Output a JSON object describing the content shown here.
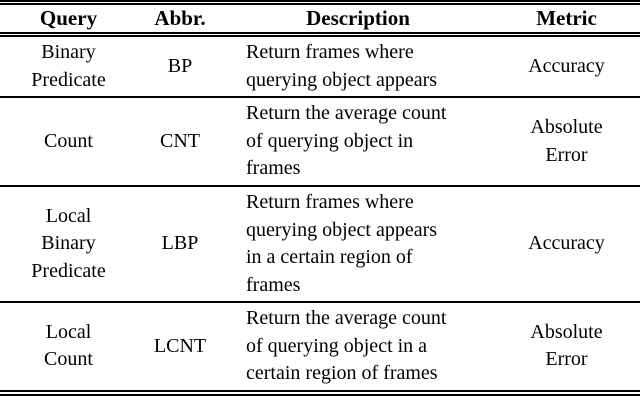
{
  "table": {
    "header": {
      "query": "Query",
      "abbr": "Abbr.",
      "description": "Description",
      "metric": "Metric"
    },
    "rows": [
      {
        "query": [
          "Binary",
          "Predicate"
        ],
        "abbr": "BP",
        "description": [
          "Return frames where",
          "querying object appears"
        ],
        "metric": [
          "Accuracy"
        ]
      },
      {
        "query": [
          "Count"
        ],
        "abbr": "CNT",
        "description": [
          "Return the average count",
          "of querying object in",
          "frames"
        ],
        "metric": [
          "Absolute",
          "Error"
        ]
      },
      {
        "query": [
          "Local",
          "Binary",
          "Predicate"
        ],
        "abbr": "LBP",
        "description": [
          "Return frames where",
          "querying object appears",
          "in a certain region of",
          "frames"
        ],
        "metric": [
          "Accuracy"
        ]
      },
      {
        "query": [
          "Local",
          "Count"
        ],
        "abbr": "LCNT",
        "description": [
          "Return the average count",
          "of querying object in a",
          "certain region of frames"
        ],
        "metric": [
          "Absolute",
          "Error"
        ]
      }
    ]
  }
}
